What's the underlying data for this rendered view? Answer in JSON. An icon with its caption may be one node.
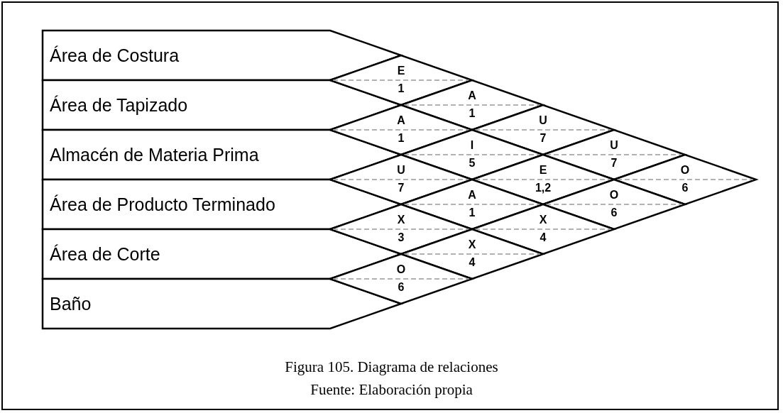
{
  "diagram": {
    "caption": "Figura 105. Diagrama de relaciones",
    "nodes": [
      {
        "text": [
          "Área de Costura"
        ]
      },
      {
        "text": [
          "Área de Tapizado"
        ]
      },
      {
        "text": [
          "Almacén de Materia Prima"
        ]
      },
      {
        "text": [
          "Área de Producto Terminado"
        ]
      },
      {
        "text": [
          "Área de Corte"
        ]
      },
      {
        "text": [
          "Baño"
        ]
      },
      {
        "text": [
          "E",
          "1"
        ]
      },
      {
        "text": [
          "A",
          "1"
        ]
      },
      {
        "text": [
          "A",
          "1"
        ]
      },
      {
        "text": [
          "U",
          "7"
        ]
      },
      {
        "text": [
          "I",
          "5"
        ]
      },
      {
        "text": [
          "U",
          "7"
        ]
      },
      {
        "text": [
          "U",
          "7"
        ]
      },
      {
        "text": [
          "E",
          "1,2"
        ]
      },
      {
        "text": [
          "O",
          "6"
        ]
      },
      {
        "text": [
          "A",
          "1"
        ]
      },
      {
        "text": [
          "O",
          "6"
        ]
      },
      {
        "text": [
          "X",
          "3"
        ]
      },
      {
        "text": [
          "X",
          "4"
        ]
      },
      {
        "text": [
          "X",
          "4"
        ]
      },
      {
        "text": [
          "O",
          "6"
        ]
      }
    ],
    "edges": [],
    "labels": [
      "Fuente: Elaboración propia"
    ]
  }
}
